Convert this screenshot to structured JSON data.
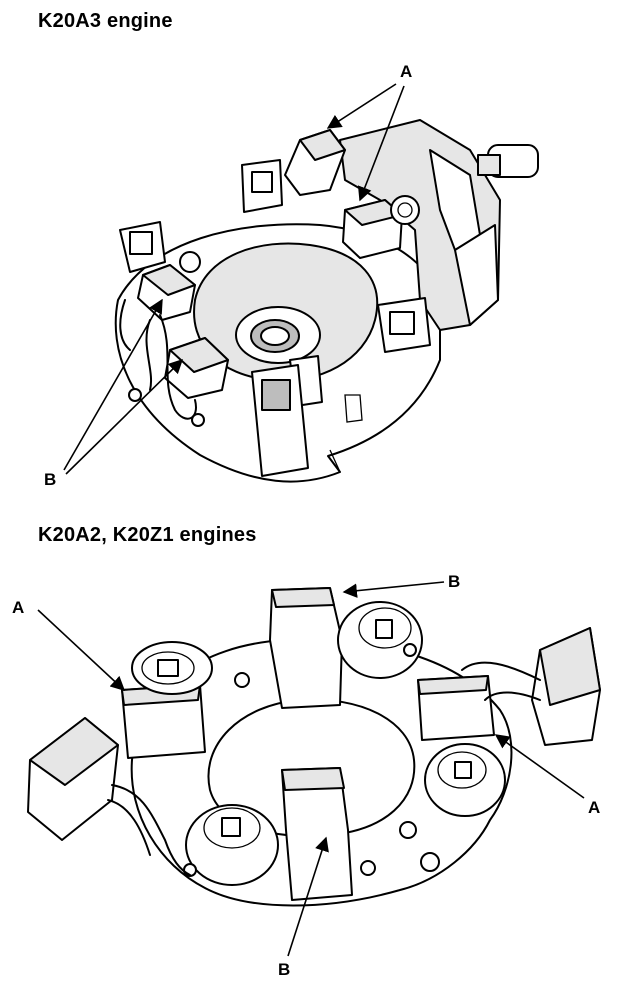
{
  "diagram1": {
    "title": "K20A3 engine",
    "label_a": "A",
    "label_b": "B"
  },
  "diagram2": {
    "title": "K20A2, K20Z1 engines",
    "label_a_left": "A",
    "label_a_right": "A",
    "label_b_top": "B",
    "label_b_bottom": "B"
  }
}
